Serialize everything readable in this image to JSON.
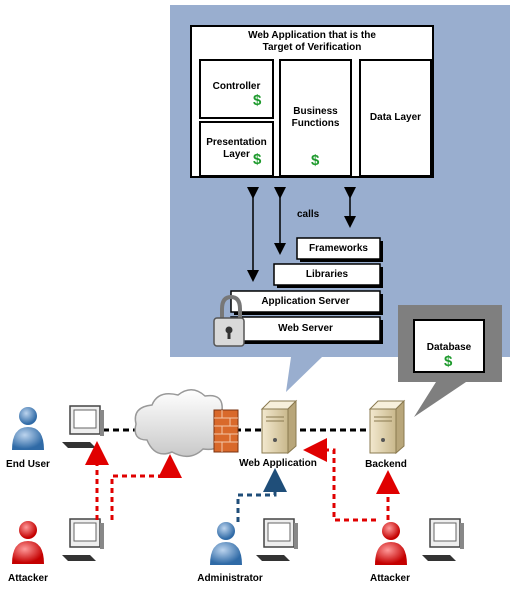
{
  "webapp": {
    "title_line1": "Web Application that is the",
    "title_line2": "Target of Verification",
    "controller": "Controller",
    "presentation_line1": "Presentation",
    "presentation_line2": "Layer",
    "business_line1": "Business",
    "business_line2": "Functions",
    "data_layer": "Data Layer",
    "dollar": "$"
  },
  "calls_label": "calls",
  "stack": {
    "frameworks": "Frameworks",
    "libraries": "Libraries",
    "application_server": "Application Server",
    "web_server": "Web Server"
  },
  "database": {
    "label": "Database",
    "dollar": "$"
  },
  "network": {
    "end_user": "End User",
    "web_application": "Web Application",
    "backend": "Backend",
    "attacker_left": "Attacker",
    "administrator": "Administrator",
    "attacker_right": "Attacker"
  },
  "colors": {
    "panel_blue": "#99aecf",
    "callout_gray": "#7f7f7f",
    "dollar_green": "#1e9a2d",
    "attack_red": "#e00000",
    "admin_blue": "#1f4e79"
  }
}
